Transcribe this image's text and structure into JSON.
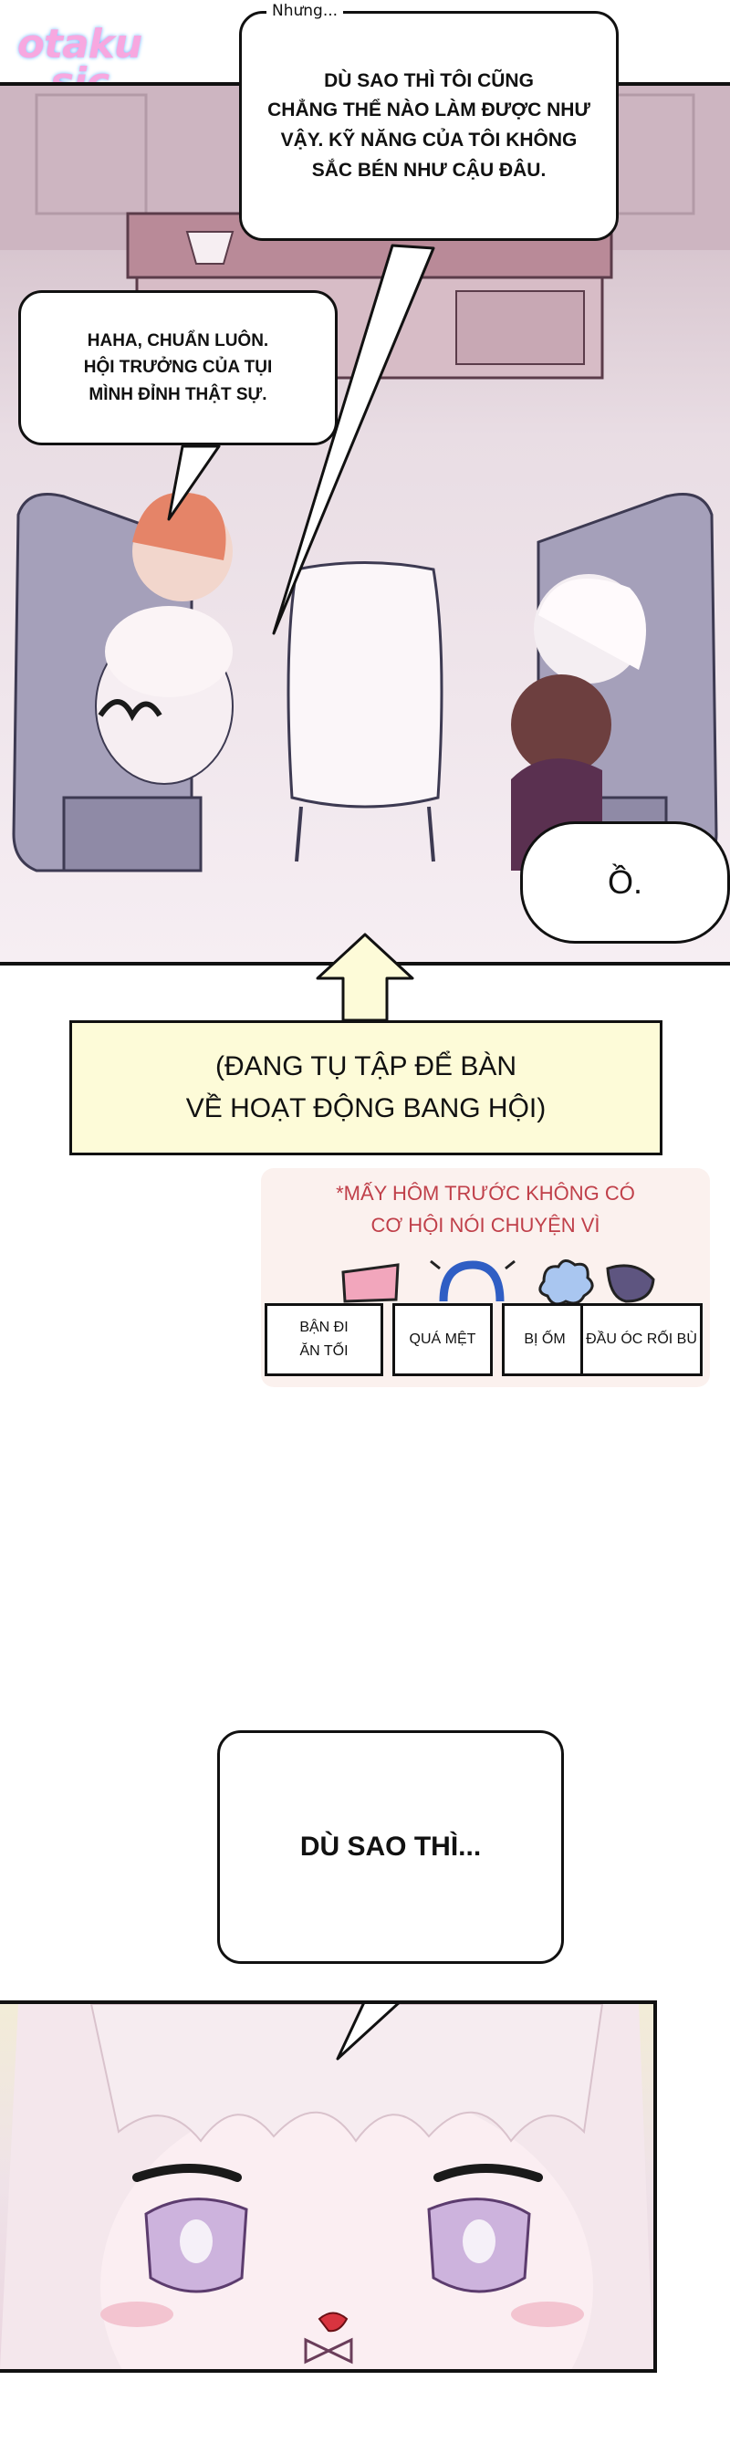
{
  "logo": {
    "line1": "otaku",
    "line2": "sic"
  },
  "colors": {
    "panel_bg": "#e9dde4",
    "caption_bg": "#fdfbd8",
    "note_bg": "#fbf1ee",
    "note_text": "#c0404a",
    "ink": "#111111"
  },
  "panel1": {
    "bubble_main": "DÙ SAO THÌ TÔI CŨNG\nCHẲNG THỂ NÀO LÀM ĐƯỢC NHƯ\nVẬY. KỸ NĂNG CỦA TÔI KHÔNG\nSẮC BÉN NHƯ CẬU ĐÂU.",
    "bubble_main_prefix": "Nhưng...",
    "bubble_haha": "HAHA, CHUẨN LUÔN.\nHỘI TRƯỞNG CỦA TỤI\nMÌNH ĐỈNH THẬT SỰ.",
    "bubble_o": "Ồ."
  },
  "caption": {
    "text": "(ĐANG TỤ TẬP ĐỂ BÀN\nVỀ HOẠT ĐỘNG BANG HỘI)",
    "arrow_icon": "up-arrow-icon"
  },
  "note": {
    "text": "*MẤY HÔM TRƯỚC KHÔNG CÓ\nCƠ HỘI NÓI CHUYỆN VÌ",
    "options": [
      {
        "label": "BẬN ĐI\nĂN TỐI",
        "icon": "plate-icon"
      },
      {
        "label": "QUÁ MỆT",
        "icon": "bed-icon"
      },
      {
        "label": "BỊ ỐM",
        "icon": "sick-icon"
      },
      {
        "label": "ĐẦU ÓC RỐI BÙ",
        "icon": "messy-hair-icon"
      }
    ]
  },
  "panel2": {
    "bubble": "DÙ SAO THÌ..."
  }
}
